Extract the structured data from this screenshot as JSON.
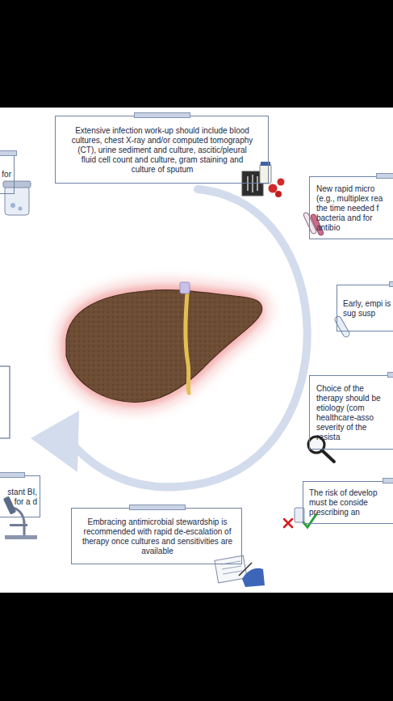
{
  "diagram": {
    "nodes": [
      {
        "text": [
          "Extensive infection work-up should include blood cultures, chest X-ray and/or computed tomography (CT), urine sediment and culture, ascitic/pleural fluid cell count and culture, gram staining and culture of sputum"
        ]
      },
      {
        "text": [
          "for"
        ]
      },
      {
        "text": [
          "New rapid micro (e.g., multiplex rea the time needed f bacteria and for antibio"
        ]
      },
      {
        "text": [
          "Early, empi is sug susp"
        ]
      },
      {
        "text": [
          "Choice of the therapy should be etiology (com healthcare-asso severity of the resista"
        ]
      },
      {
        "text": [
          "stant BI, for a d"
        ]
      },
      {
        "text": [
          "The risk of develop must be conside prescribing an"
        ]
      },
      {
        "text": [
          "Embracing antimicrobial stewardship is recommended with rapid de-escalation of therapy once cultures and sensitivities are available"
        ]
      }
    ]
  }
}
